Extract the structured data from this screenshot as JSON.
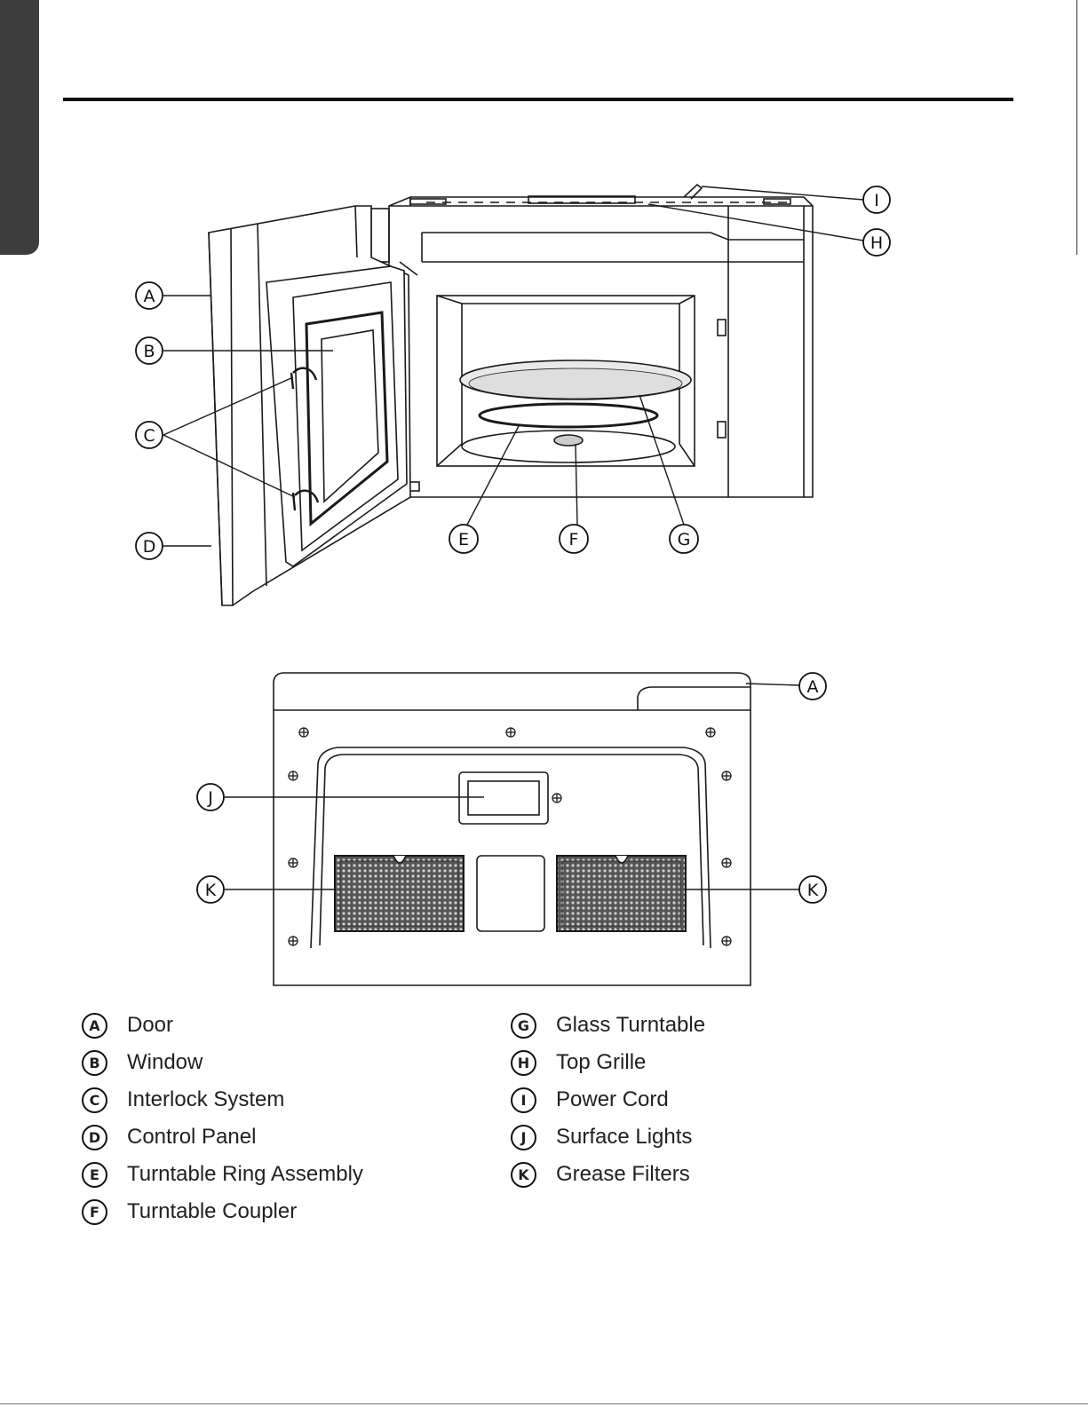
{
  "callouts": {
    "top": [
      "A",
      "B",
      "C",
      "D",
      "E",
      "F",
      "G",
      "H",
      "I"
    ],
    "bottom": [
      "A",
      "J",
      "K",
      "K"
    ]
  },
  "legend": {
    "left": [
      {
        "letter": "A",
        "label": "Door"
      },
      {
        "letter": "B",
        "label": "Window"
      },
      {
        "letter": "C",
        "label": "Interlock System"
      },
      {
        "letter": "D",
        "label": "Control Panel"
      },
      {
        "letter": "E",
        "label": "Turntable Ring Assembly"
      },
      {
        "letter": "F",
        "label": "Turntable Coupler"
      }
    ],
    "right": [
      {
        "letter": "G",
        "label": "Glass Turntable"
      },
      {
        "letter": "H",
        "label": "Top Grille"
      },
      {
        "letter": "I",
        "label": "Power Cord"
      },
      {
        "letter": "J",
        "label": "Surface Lights"
      },
      {
        "letter": "K",
        "label": "Grease Filters"
      }
    ]
  }
}
